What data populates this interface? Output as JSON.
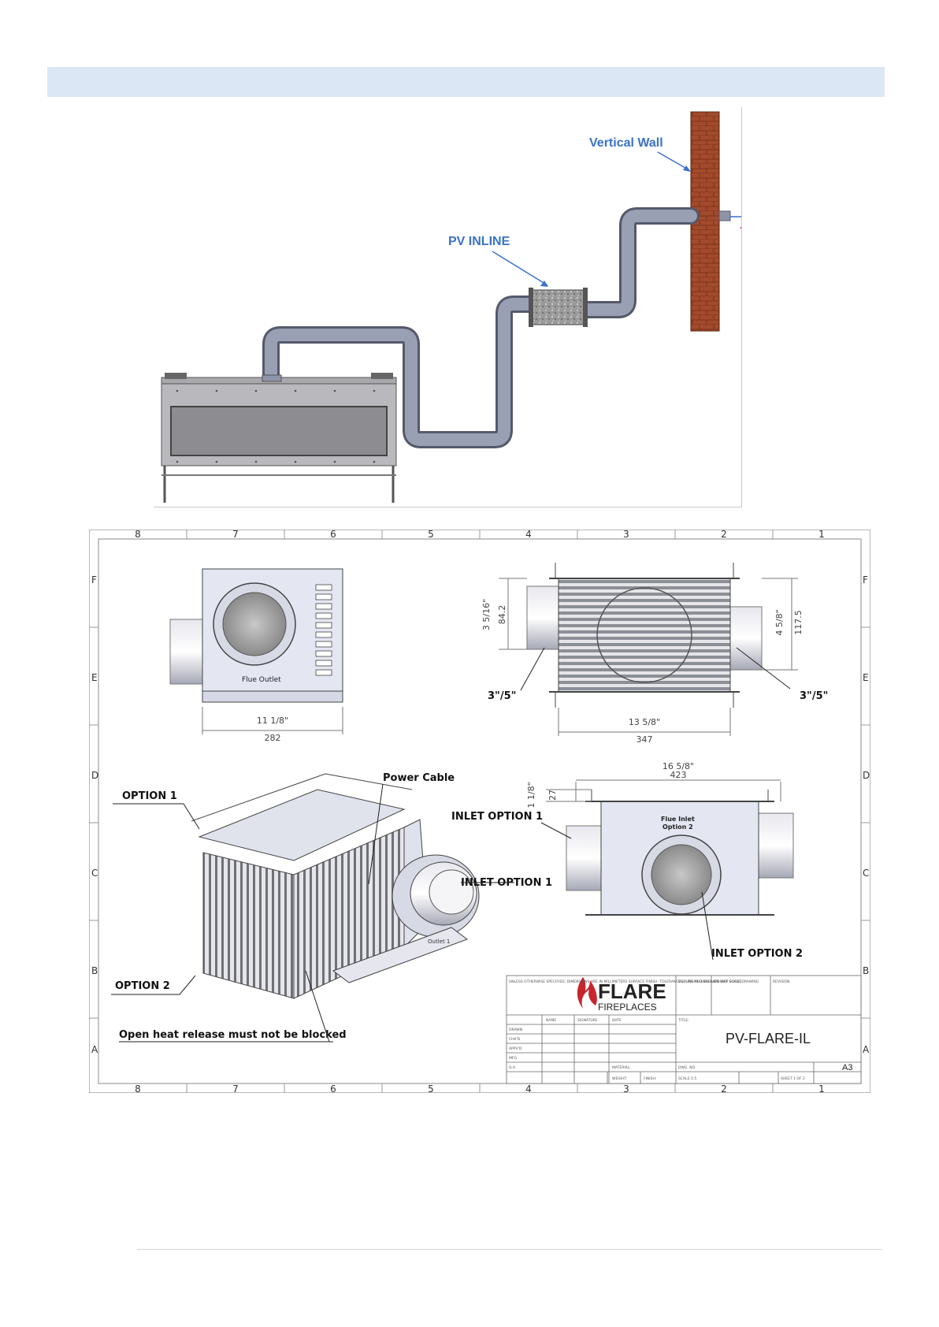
{
  "top_figure": {
    "label_vertical_wall": "Vertical Wall",
    "label_pv_inline": "PV INLINE"
  },
  "drawing": {
    "column_numbers_top": [
      "8",
      "7",
      "6",
      "5",
      "4",
      "3",
      "2",
      "1"
    ],
    "column_numbers_bottom": [
      "8",
      "7",
      "6",
      "5",
      "4",
      "3",
      "2",
      "1"
    ],
    "row_letters": [
      "F",
      "E",
      "D",
      "C",
      "B",
      "A"
    ],
    "labels": {
      "flue_outlet": "Flue Outlet",
      "flue_inlet_line1": "Flue Inlet",
      "flue_inlet_line2": "Option 2",
      "size_left": "3\"/5\"",
      "size_right": "3\"/5\"",
      "power_cable": "Power Cable",
      "option_1": "OPTION 1",
      "option_2": "OPTION 2",
      "inlet_option_1_left": "INLET OPTION 1",
      "inlet_option_1_iso": "INLET OPTION 1",
      "inlet_option_2": "INLET OPTION 2",
      "warning": "Open heat release must not be blocked",
      "outlet_1": "Outlet 1"
    },
    "dimensions": {
      "side_width_mm": "282",
      "side_width_in": "11 1/8\"",
      "front_width_mm": "347",
      "front_width_in": "13 5/8\"",
      "front_left_height_mm": "84.2",
      "front_left_height_in": "3 5/16\"",
      "front_right_height_mm": "117.5",
      "front_right_height_in": "4 5/8\"",
      "top_width_mm": "423",
      "top_width_in": "16 5/8\"",
      "top_flange_mm": "27",
      "top_flange_in": "1 1/8\""
    },
    "title_block": {
      "brand_main": "FLARE",
      "brand_sub": "FIREPLACES",
      "drawing_title": "PV-FLARE-IL",
      "sheet_size": "A3",
      "col_name": "NAME",
      "col_signature": "SIGNATURE",
      "col_date": "DATE",
      "row_drawn": "DRAWN",
      "row_chkd": "CHK'D",
      "row_appvd": "APPV'D",
      "row_mfg": "MFG",
      "row_qa": "Q.A",
      "material_label": "MATERIAL:",
      "dwg_no_label": "DWG. NO.",
      "title_label": "TITLE:",
      "weight_label": "WEIGHT:",
      "scale_label": "SCALE:1:5",
      "sheet_label": "SHEET 1 OF 2",
      "do_not_scale": "DO NOT SCALE DRAWING",
      "revision_label": "REVISION",
      "finish_label": "FINISH:",
      "deburr_label": "DEBURR AND BREAK SHARP EDGES",
      "units_note": "UNLESS OTHERWISE SPECIFIED: DIMENSIONS ARE IN MILLIMETERS SURFACE FINISH: TOLERANCES: LINEAR: ANGULAR:"
    }
  },
  "colors": {
    "header_bar": "#dce7f5",
    "callout_blue": "#3a72c9",
    "brick": "#a24a2c",
    "duct": "#8e93a8",
    "flame_red": "#c8262b",
    "arrow_red": "#d21a1a"
  }
}
